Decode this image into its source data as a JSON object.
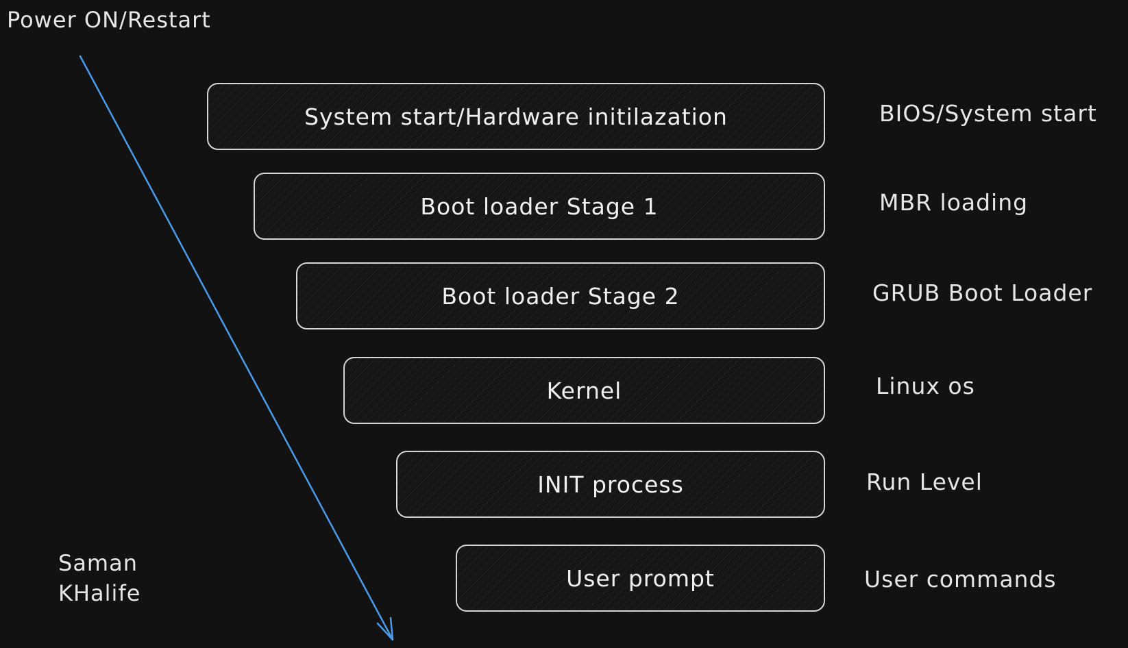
{
  "diagram": {
    "start_label": "Power ON/Restart",
    "arrow_color": "#4a9bea",
    "stages": [
      {
        "label": "System start/Hardware initilazation",
        "description": "BIOS/System start"
      },
      {
        "label": "Boot loader Stage 1",
        "description": "MBR loading"
      },
      {
        "label": "Boot loader Stage 2",
        "description": "GRUB Boot Loader"
      },
      {
        "label": "Kernel",
        "description": "Linux os"
      },
      {
        "label": "INIT process",
        "description": "Run Level"
      },
      {
        "label": "User prompt",
        "description": "User commands"
      }
    ],
    "author": {
      "line1": "Saman",
      "line2": "KHalife"
    }
  }
}
